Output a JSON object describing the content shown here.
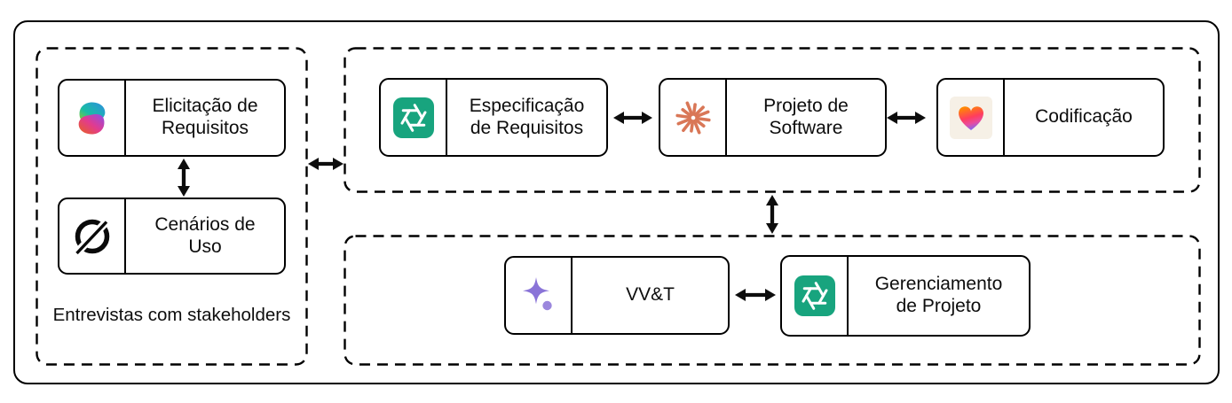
{
  "diagram": {
    "groups": {
      "elicitation": {
        "caption": "Entrevistas com stakeholders"
      },
      "construction": {
        "caption": ""
      },
      "management": {
        "caption": ""
      }
    },
    "nodes": {
      "elicitacao": {
        "label": "Elicitação de\nRequisitos",
        "icon": "microsoft-copilot"
      },
      "cenarios": {
        "label": "Cenários de\nUso",
        "icon": "grok-circle-slash"
      },
      "especificacao": {
        "label": "Especificação\nde Requisitos",
        "icon": "chatgpt"
      },
      "projeto": {
        "label": "Projeto de\nSoftware",
        "icon": "claude-starburst"
      },
      "codificacao": {
        "label": "Codificação",
        "icon": "lovable-heart"
      },
      "vvt": {
        "label": "VV&T",
        "icon": "claude-sparkle"
      },
      "gerenciamento": {
        "label": "Gerenciamento\nde Projeto",
        "icon": "chatgpt"
      }
    },
    "connections": [
      {
        "from": "elicitacao",
        "to": "cenarios",
        "type": "bidirectional"
      },
      {
        "from": "group-elicitation",
        "to": "group-construction",
        "type": "bidirectional"
      },
      {
        "from": "especificacao",
        "to": "projeto",
        "type": "bidirectional"
      },
      {
        "from": "projeto",
        "to": "codificacao",
        "type": "bidirectional"
      },
      {
        "from": "group-construction",
        "to": "group-management",
        "type": "bidirectional"
      },
      {
        "from": "vvt",
        "to": "gerenciamento",
        "type": "bidirectional"
      }
    ],
    "colors": {
      "chatgpt_green": "#18A47E",
      "claude_coral": "#D97757",
      "sparkle_purple": "#8A74D8",
      "lovable_bg": "#F6F0E6",
      "lovable_gradient": [
        "#FF8A00",
        "#FF3D5E",
        "#6F6BFF"
      ],
      "line_black": "#000000"
    }
  }
}
